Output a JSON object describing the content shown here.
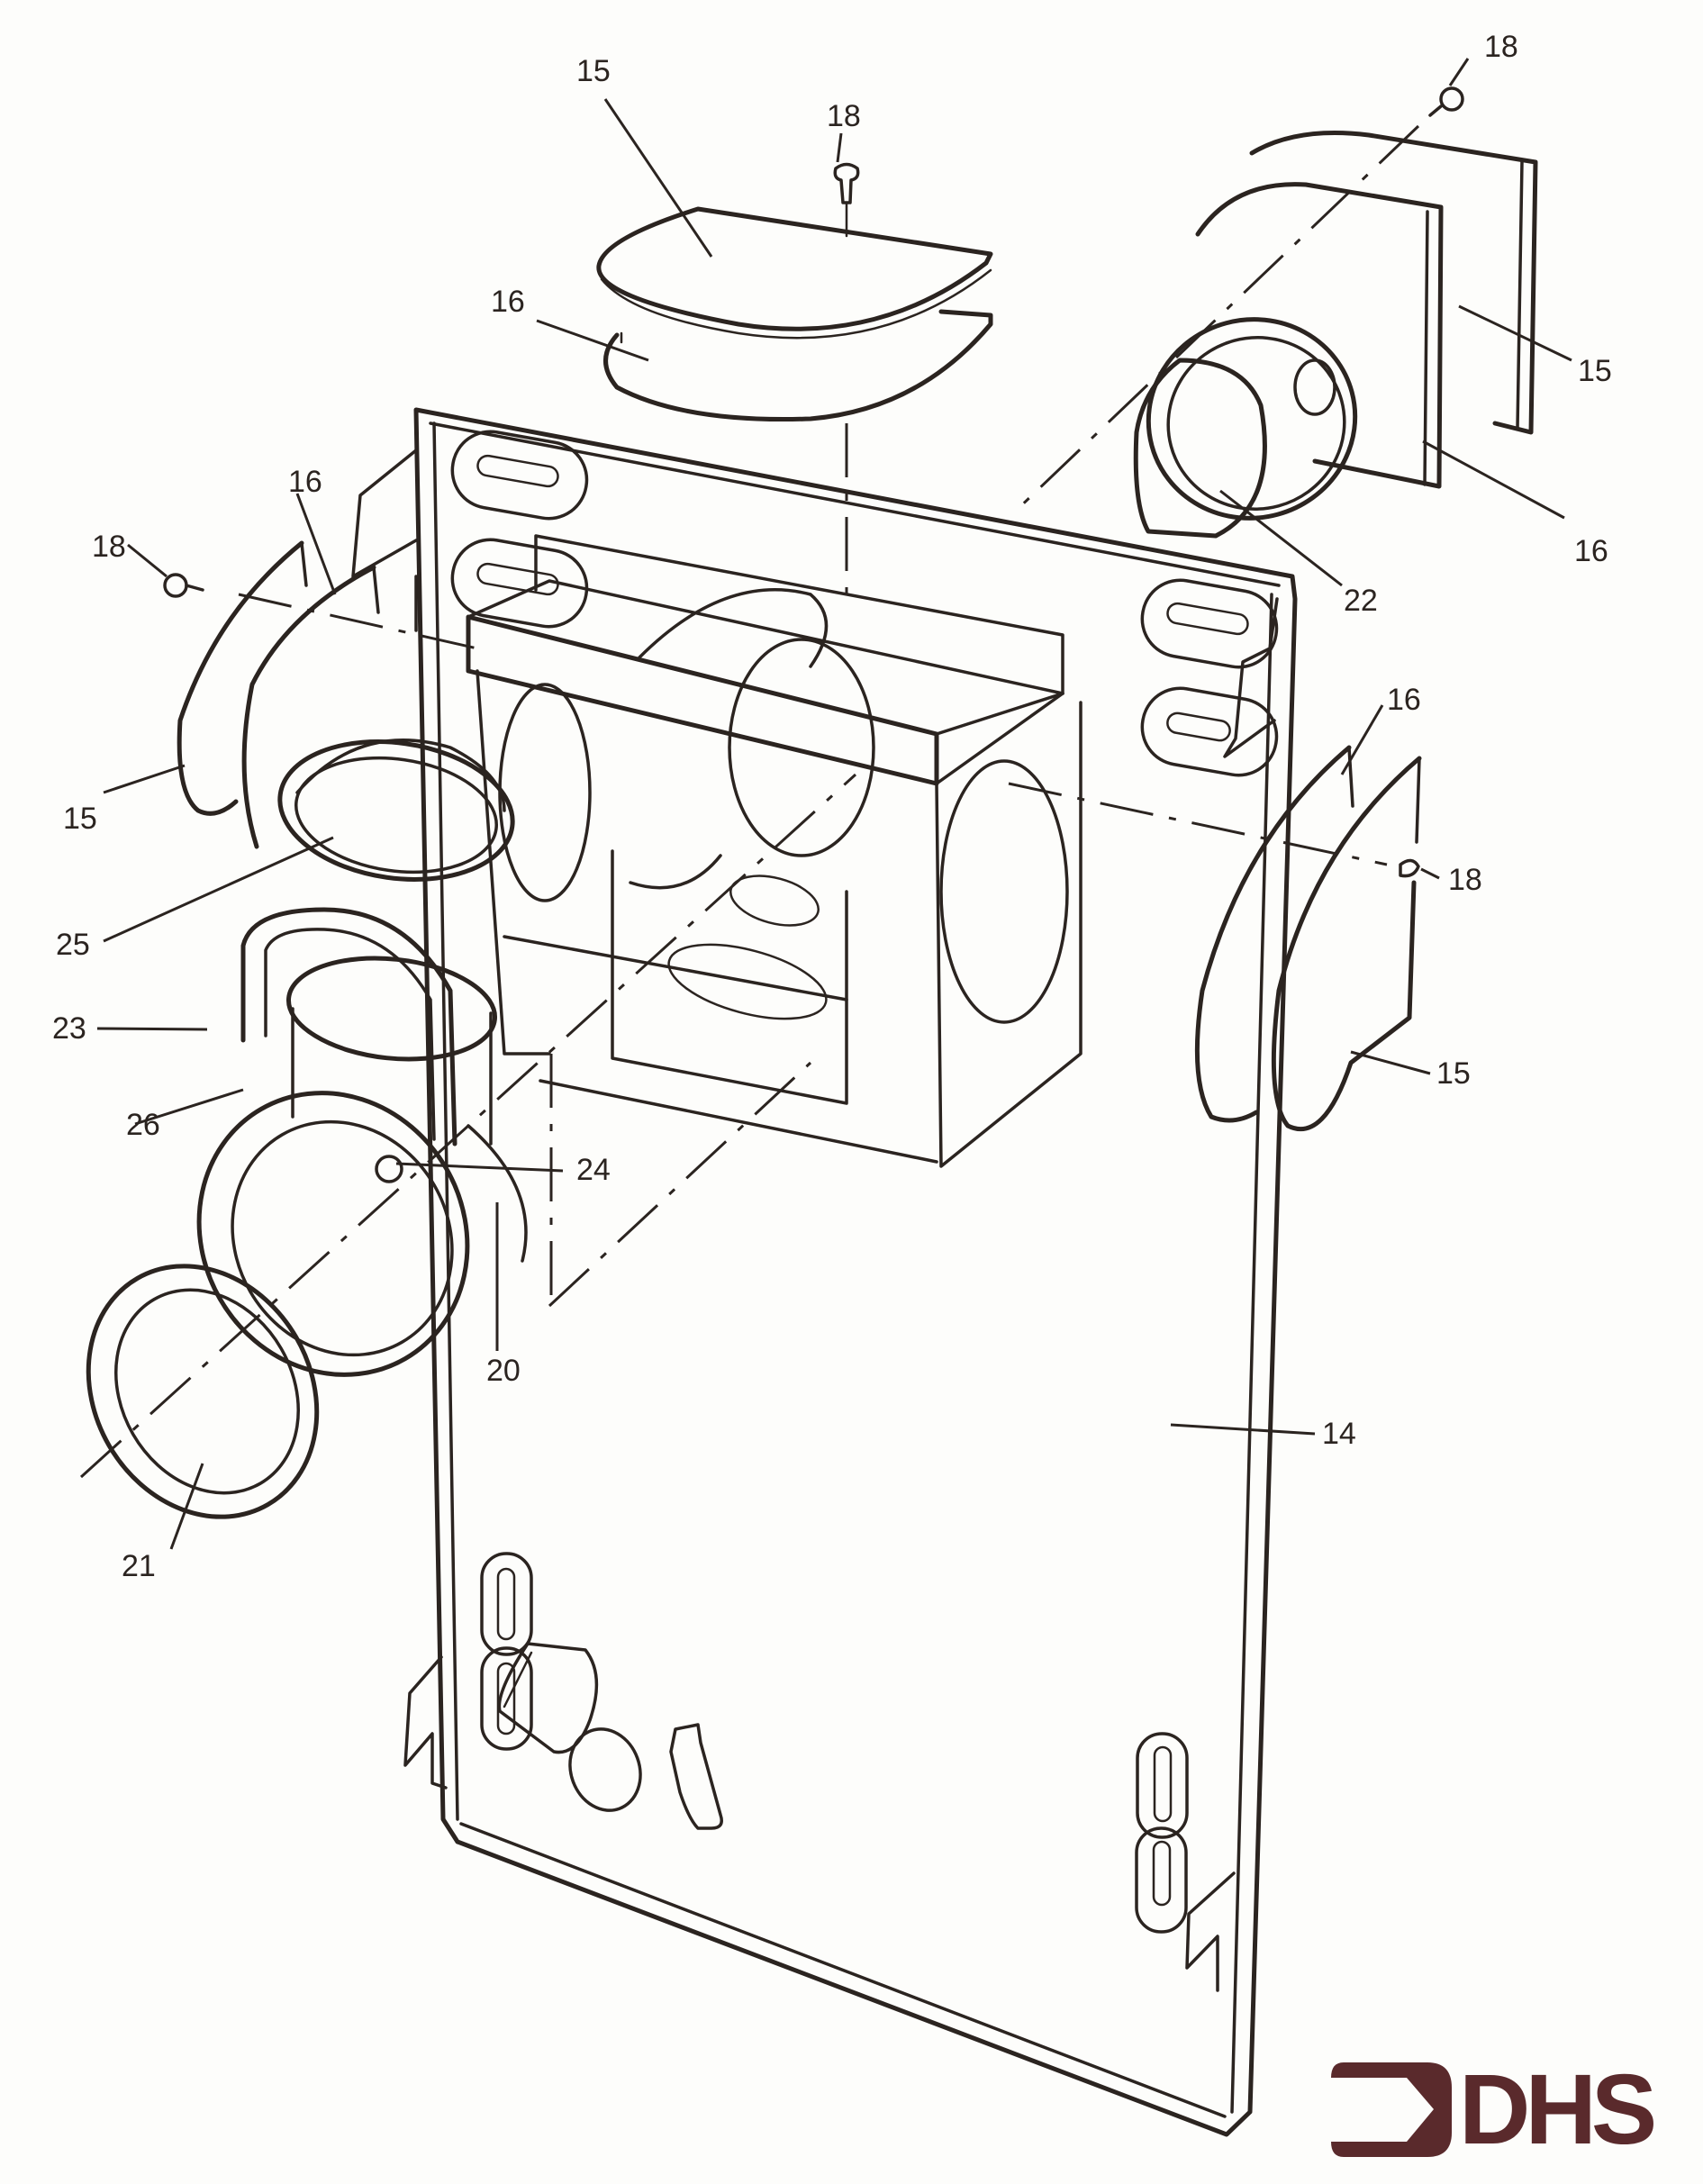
{
  "diagram": {
    "type": "exploded-parts-view",
    "callouts": [
      {
        "id": "c15-top",
        "label": "15"
      },
      {
        "id": "c18-top",
        "label": "18"
      },
      {
        "id": "c16-top",
        "label": "16"
      },
      {
        "id": "c18-topright",
        "label": "18"
      },
      {
        "id": "c15-topright",
        "label": "15"
      },
      {
        "id": "c16-topright",
        "label": "16"
      },
      {
        "id": "c22",
        "label": "22"
      },
      {
        "id": "c16-left",
        "label": "16"
      },
      {
        "id": "c18-left",
        "label": "18"
      },
      {
        "id": "c15-left",
        "label": "15"
      },
      {
        "id": "c25",
        "label": "25"
      },
      {
        "id": "c23",
        "label": "23"
      },
      {
        "id": "c26",
        "label": "26"
      },
      {
        "id": "c24",
        "label": "24"
      },
      {
        "id": "c20",
        "label": "20"
      },
      {
        "id": "c21",
        "label": "21"
      },
      {
        "id": "c16-right",
        "label": "16"
      },
      {
        "id": "c18-right",
        "label": "18"
      },
      {
        "id": "c15-right",
        "label": "15"
      },
      {
        "id": "c14",
        "label": "14"
      }
    ]
  },
  "logo": {
    "text": "DHS",
    "color": "#5a2a2c"
  },
  "colors": {
    "ink": "#2b2420",
    "paper": "#fdfdfb"
  }
}
